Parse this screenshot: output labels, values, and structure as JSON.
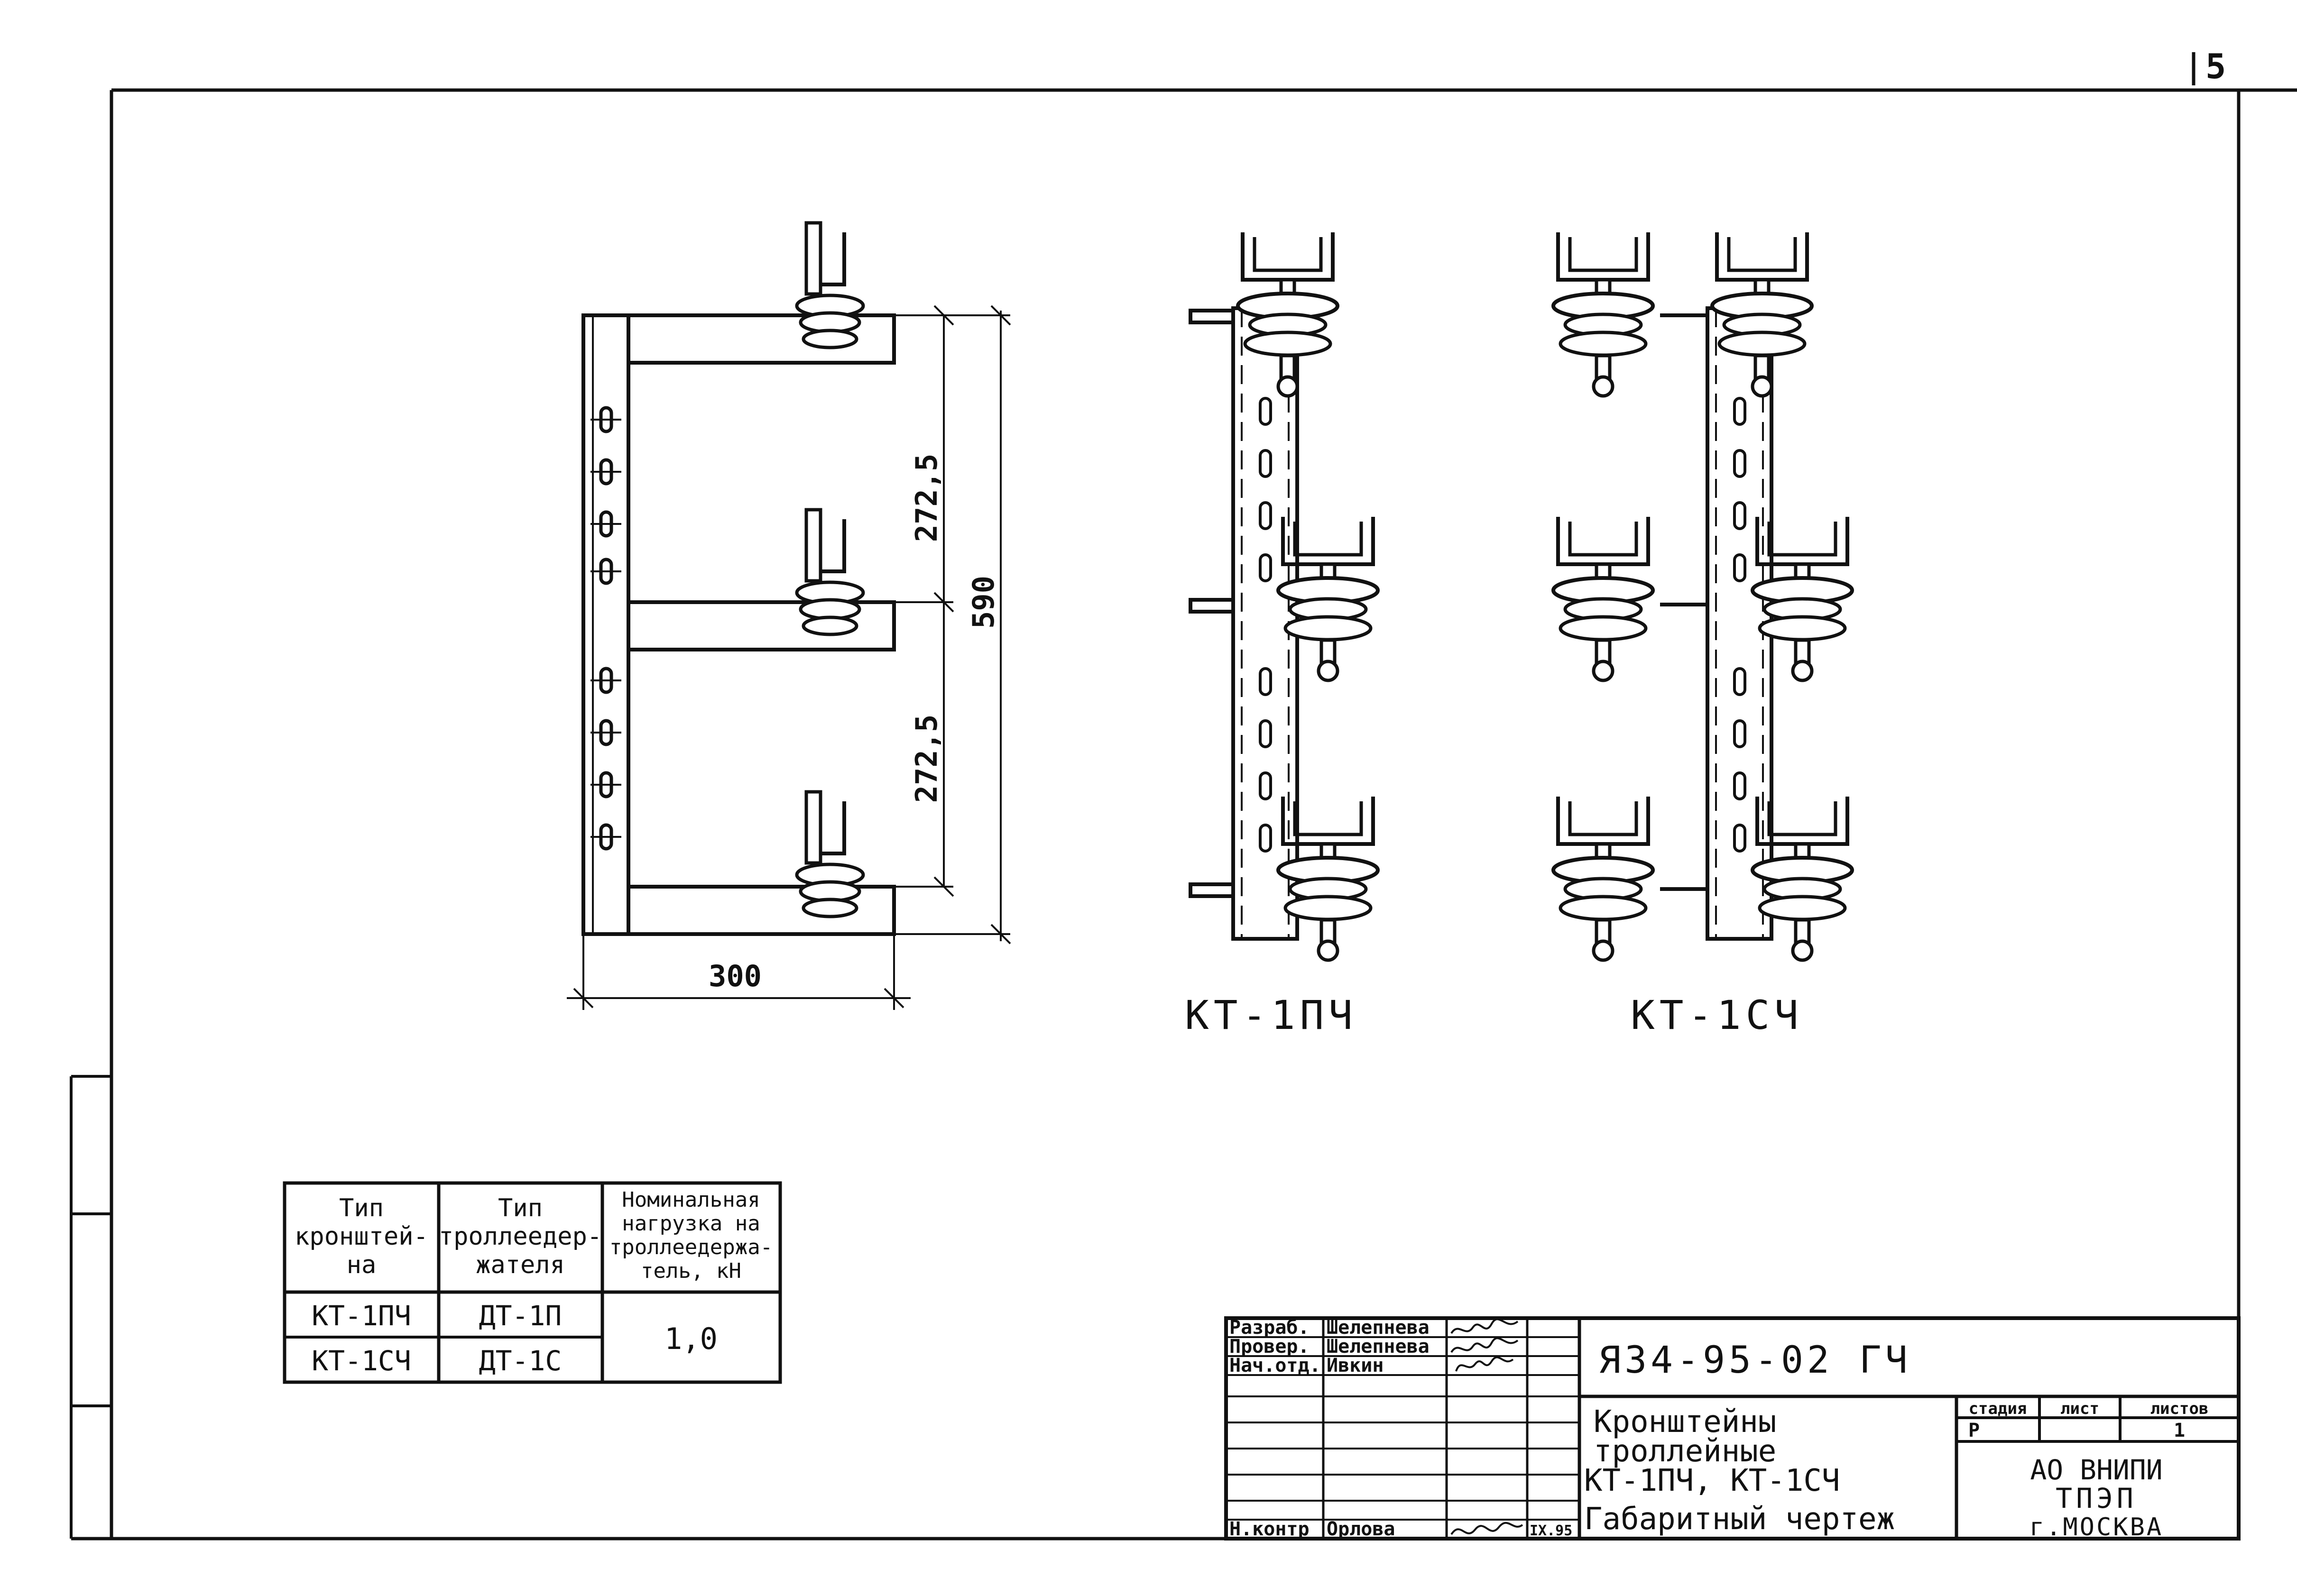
{
  "sheet": {
    "number": "5"
  },
  "dimensions": {
    "upper_gap": "272,5",
    "lower_gap": "272,5",
    "total_height": "590",
    "width": "300"
  },
  "views": {
    "front_label": "КТ-1ПЧ",
    "double_label": "КТ-1СЧ"
  },
  "spec_table": {
    "headers": [
      "Тип кронштей-на",
      "Тип троллеедер-жателя",
      "Номинальная нагрузка на троллеедержа-тель, кН"
    ],
    "rows": [
      {
        "bracket": "КТ-1ПЧ",
        "holder": "ДТ-1П"
      },
      {
        "bracket": "КТ-1СЧ",
        "holder": "ДТ-1С"
      }
    ],
    "load": "1,0"
  },
  "title_block": {
    "doc_code": "Я34-95-02 ГЧ",
    "roles": [
      {
        "role": "Разраб.",
        "name": "Шелепнева"
      },
      {
        "role": "Провер.",
        "name": "Шелепнева"
      },
      {
        "role": "Нач.отд.",
        "name": "Ивкин"
      },
      {
        "role": "Н.контр",
        "name": "Орлова"
      }
    ],
    "date": "IX.95",
    "title_lines": [
      "Кронштейны",
      "троллейные",
      "КТ-1ПЧ, КТ-1СЧ",
      "Габаритный чертеж"
    ],
    "stage_header": "стадия",
    "sheet_header": "лист",
    "sheets_header": "листов",
    "stage": "Р",
    "sheets": "1",
    "org_lines": [
      "АО ВНИПИ",
      "ТПЭП",
      "г.МОСКВА"
    ]
  }
}
